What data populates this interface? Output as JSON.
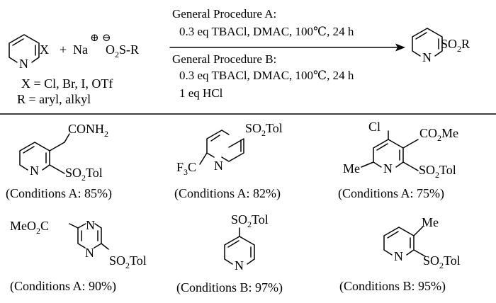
{
  "scheme": {
    "reactant_x": "X",
    "plus": "+",
    "sodium": "Na",
    "na_charge": "⊕",
    "anion_charge": "⊖",
    "reagent_pre": "O",
    "reagent_sub": "2",
    "reagent_post": "S-R",
    "proc_a_title": "General Procedure A:",
    "proc_a_cond": "0.3 eq TBACl, DMAC, 100℃, 24 h",
    "proc_b_title": "General Procedure B:",
    "proc_b_cond1": "0.3 eq TBACl, DMAC, 100℃, 24 h",
    "proc_b_cond2": "1 eq HCl",
    "n_label": "N",
    "product_so": "SO",
    "product_sub": "2",
    "product_r": "R",
    "x_def": "X = Cl, Br, I, OTf",
    "r_def": "R = aryl, alkyl"
  },
  "examples": [
    {
      "atoms": {
        "n": "N",
        "s1_pre": "CONH",
        "s1_sub": "2",
        "s2_pre": "SO",
        "s2_sub": "2",
        "s2_post": "Tol"
      },
      "yield": "(Conditions A: 85%)"
    },
    {
      "atoms": {
        "n": "N",
        "s1_pre": "SO",
        "s1_sub": "2",
        "s1_post": "Tol",
        "s2_pre": "F",
        "s2_sub": "3",
        "s2_post": "C"
      },
      "yield": "(Conditions A: 82%)"
    },
    {
      "atoms": {
        "n": "N",
        "cl": "Cl",
        "co2me_pre": "CO",
        "co2me_sub": "2",
        "co2me_post": "Me",
        "me": "Me",
        "s_pre": "SO",
        "s_sub": "2",
        "s_post": "Tol"
      },
      "yield": "(Conditions A: 75%)"
    },
    {
      "atoms": {
        "n1": "N",
        "n2": "N",
        "e_pre": "MeO",
        "e_sub": "2",
        "e_post": "C",
        "s_pre": "SO",
        "s_sub": "2",
        "s_post": "Tol"
      },
      "yield": "(Conditions A: 90%)"
    },
    {
      "atoms": {
        "n": "N",
        "s_pre": "SO",
        "s_sub": "2",
        "s_post": "Tol"
      },
      "yield": "(Conditions B: 97%)"
    },
    {
      "atoms": {
        "n": "N",
        "me": "Me",
        "s_pre": "SO",
        "s_sub": "2",
        "s_post": "Tol"
      },
      "yield": "(Conditions B: 95%)"
    }
  ]
}
